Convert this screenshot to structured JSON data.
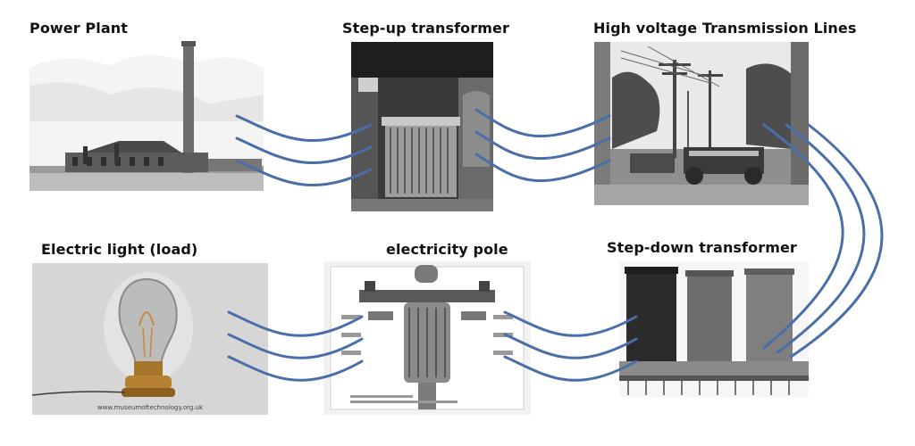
{
  "diagram": {
    "stages": [
      {
        "id": "power-plant",
        "label": "Power Plant"
      },
      {
        "id": "step-up",
        "label": "Step-up transformer"
      },
      {
        "id": "transmission",
        "label": "High voltage Transmission Lines"
      },
      {
        "id": "step-down",
        "label": "Step-down transformer"
      },
      {
        "id": "pole",
        "label": "electricity pole"
      },
      {
        "id": "light",
        "label": "Electric light (load)"
      }
    ],
    "watermark": "www.museumoftechnology.org.uk",
    "colors": {
      "wire": "#4a6ea8",
      "label": "#111111"
    }
  }
}
